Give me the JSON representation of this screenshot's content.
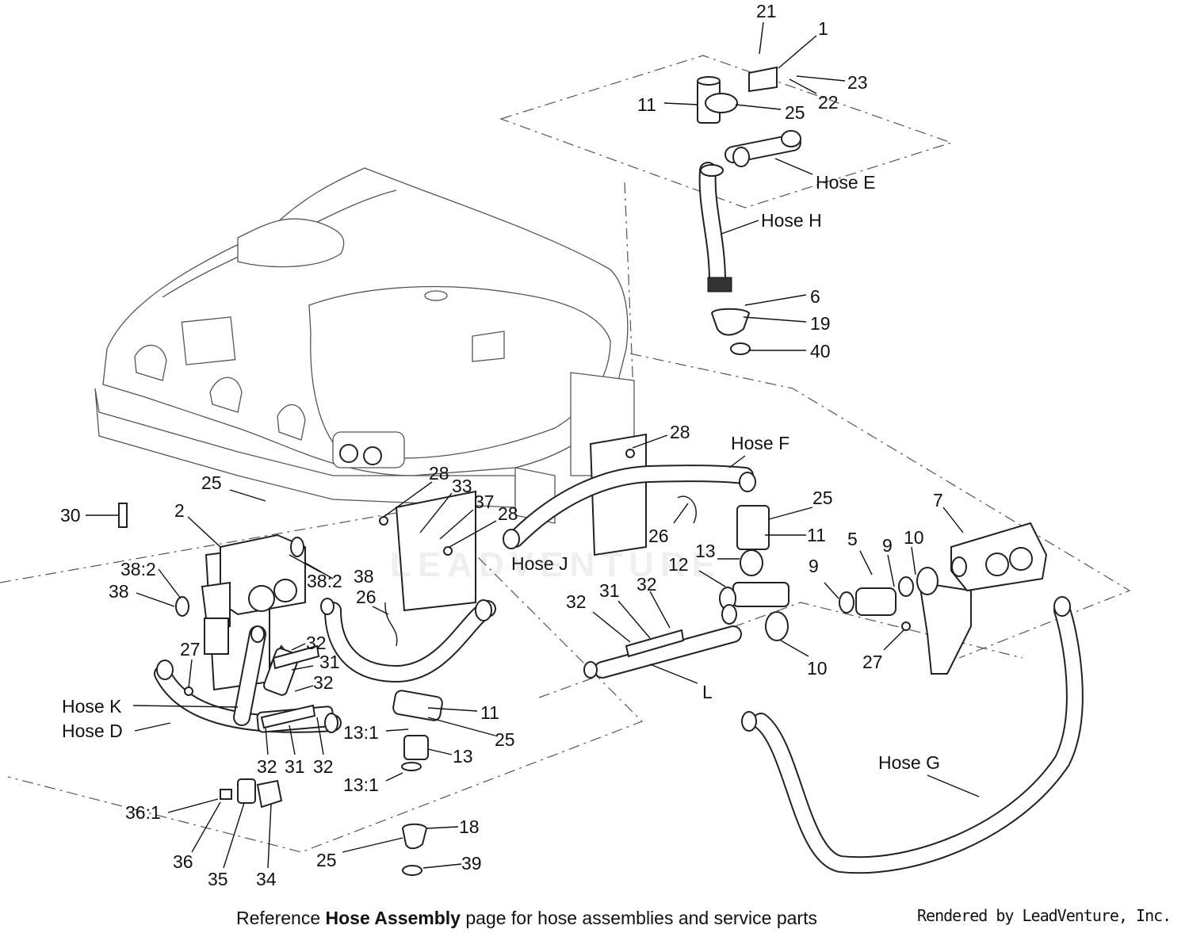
{
  "callouts": [
    {
      "id": "c21",
      "text": "21"
    },
    {
      "id": "c1",
      "text": "1"
    },
    {
      "id": "c23",
      "text": "23"
    },
    {
      "id": "c22",
      "text": "22"
    },
    {
      "id": "c11a",
      "text": "11"
    },
    {
      "id": "c25a",
      "text": "25"
    },
    {
      "id": "hoseE",
      "text": "Hose E"
    },
    {
      "id": "hoseH",
      "text": "Hose H"
    },
    {
      "id": "c6",
      "text": "6"
    },
    {
      "id": "c19",
      "text": "19"
    },
    {
      "id": "c40",
      "text": "40"
    },
    {
      "id": "c28a",
      "text": "28"
    },
    {
      "id": "hoseF",
      "text": "Hose F"
    },
    {
      "id": "c25b",
      "text": "25"
    },
    {
      "id": "c7",
      "text": "7"
    },
    {
      "id": "c25c",
      "text": "25"
    },
    {
      "id": "c28b",
      "text": "28"
    },
    {
      "id": "c33",
      "text": "33"
    },
    {
      "id": "c37",
      "text": "37"
    },
    {
      "id": "c28c",
      "text": "28"
    },
    {
      "id": "c30",
      "text": "30"
    },
    {
      "id": "c2",
      "text": "2"
    },
    {
      "id": "c26a",
      "text": "26"
    },
    {
      "id": "c11b",
      "text": "11"
    },
    {
      "id": "c5",
      "text": "5"
    },
    {
      "id": "c9a",
      "text": "9"
    },
    {
      "id": "c10a",
      "text": "10"
    },
    {
      "id": "c13a",
      "text": "13"
    },
    {
      "id": "hoseJ",
      "text": "Hose J"
    },
    {
      "id": "c38_2a",
      "text": "38:2"
    },
    {
      "id": "c38a",
      "text": "38"
    },
    {
      "id": "c38_2b",
      "text": "38:2"
    },
    {
      "id": "c38b",
      "text": "38"
    },
    {
      "id": "c12",
      "text": "12"
    },
    {
      "id": "c9b",
      "text": "9"
    },
    {
      "id": "c26b",
      "text": "26"
    },
    {
      "id": "c32a",
      "text": "32"
    },
    {
      "id": "c31a",
      "text": "31"
    },
    {
      "id": "c32b",
      "text": "32"
    },
    {
      "id": "c27a",
      "text": "27"
    },
    {
      "id": "c32c",
      "text": "32"
    },
    {
      "id": "c31b",
      "text": "31"
    },
    {
      "id": "c10b",
      "text": "10"
    },
    {
      "id": "c27b",
      "text": "27"
    },
    {
      "id": "c32d",
      "text": "32"
    },
    {
      "id": "hoseK",
      "text": "Hose K"
    },
    {
      "id": "c11c",
      "text": "11"
    },
    {
      "id": "L",
      "text": "L"
    },
    {
      "id": "hoseD",
      "text": "Hose D"
    },
    {
      "id": "c13_1a",
      "text": "13:1"
    },
    {
      "id": "c25d",
      "text": "25"
    },
    {
      "id": "c32e",
      "text": "32"
    },
    {
      "id": "c31c",
      "text": "31"
    },
    {
      "id": "c32f",
      "text": "32"
    },
    {
      "id": "c13b",
      "text": "13"
    },
    {
      "id": "hoseG",
      "text": "Hose G"
    },
    {
      "id": "c13_1b",
      "text": "13:1"
    },
    {
      "id": "c36_1",
      "text": "36:1"
    },
    {
      "id": "c18",
      "text": "18"
    },
    {
      "id": "c25e",
      "text": "25"
    },
    {
      "id": "c39",
      "text": "39"
    },
    {
      "id": "c36",
      "text": "36"
    },
    {
      "id": "c35",
      "text": "35"
    },
    {
      "id": "c34",
      "text": "34"
    }
  ],
  "footer": {
    "prefix": "Reference ",
    "bold": "Hose Assembly",
    "suffix": " page for hose assemblies and service parts"
  },
  "credit": "Rendered by LeadVenture, Inc.",
  "watermark": "LEADVENTURE"
}
